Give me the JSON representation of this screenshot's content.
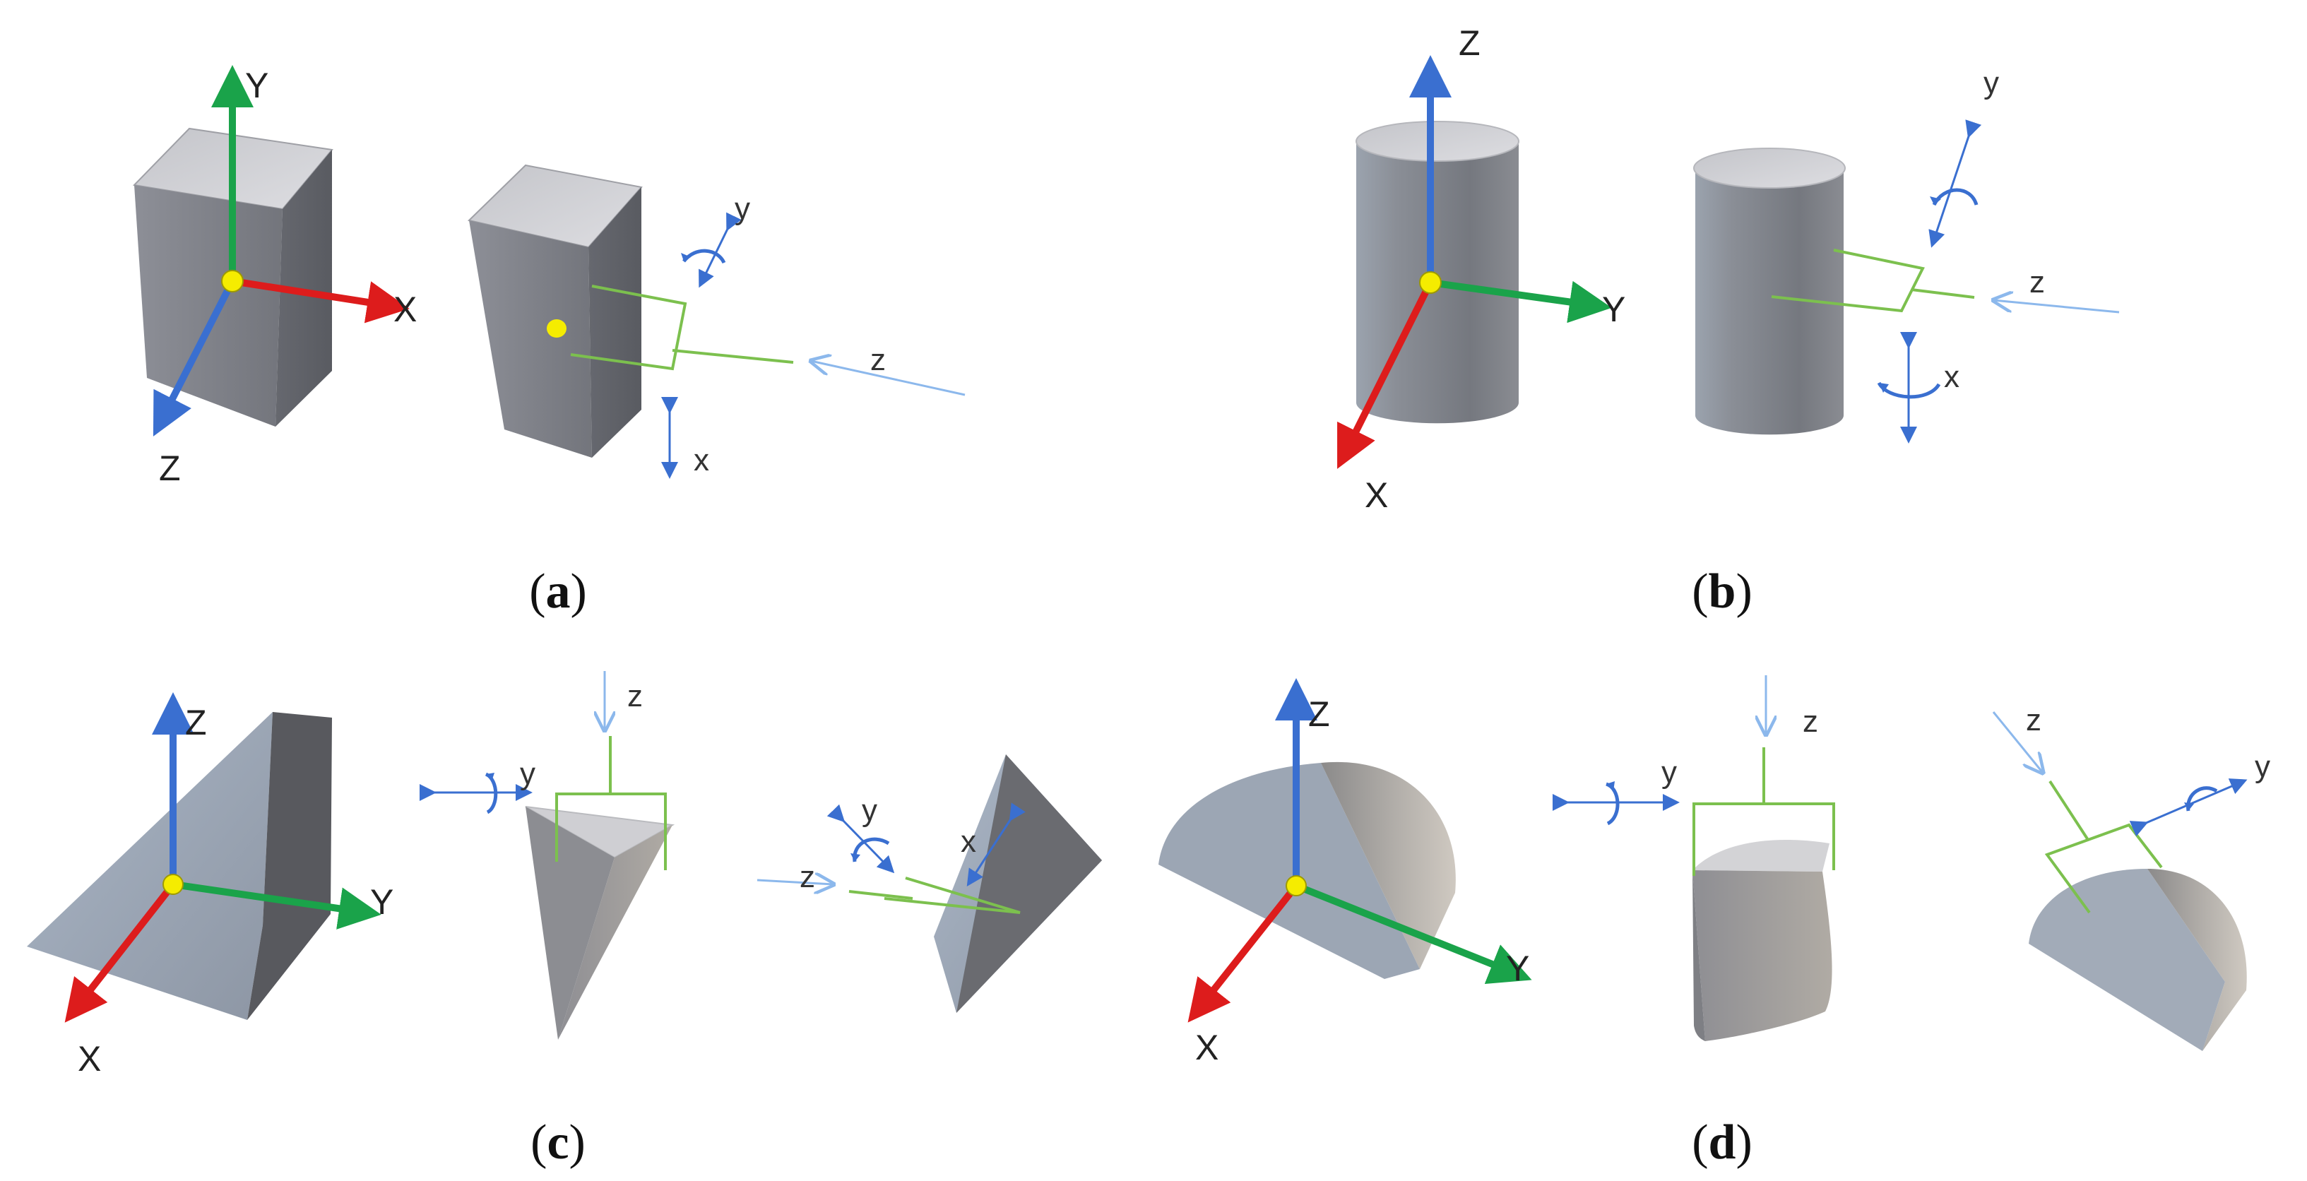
{
  "colors": {
    "x_axis": "#dd1c1c",
    "y_axis": "#1aa34a",
    "z_axis": "#3a6fd0",
    "origin": "#f5ec00",
    "gripper": "#7cc04e",
    "arrow": "#3a6fd0",
    "approach": "#8cb8ec"
  },
  "panels": {
    "a": {
      "caption_open": "(",
      "caption_letter": "a",
      "caption_close": ")",
      "axes": {
        "x": "X",
        "y": "Y",
        "z": "Z"
      },
      "local": {
        "x": "x",
        "y": "y",
        "z": "z"
      }
    },
    "b": {
      "caption_open": "(",
      "caption_letter": "b",
      "caption_close": ")",
      "axes": {
        "x": "X",
        "y": "Y",
        "z": "Z"
      },
      "local": {
        "x": "x",
        "y": "y",
        "z": "z"
      }
    },
    "c": {
      "caption_open": "(",
      "caption_letter": "c",
      "caption_close": ")",
      "axes": {
        "x": "X",
        "y": "Y",
        "z": "Z"
      },
      "local1": {
        "y": "y",
        "z": "z"
      },
      "local2": {
        "x": "x",
        "y": "y",
        "z": "z"
      }
    },
    "d": {
      "caption_open": "(",
      "caption_letter": "d",
      "caption_close": ")",
      "axes": {
        "x": "X",
        "y": "Y",
        "z": "Z"
      },
      "local1": {
        "y": "y",
        "z": "z"
      },
      "local2": {
        "y": "y",
        "z": "z"
      }
    }
  }
}
